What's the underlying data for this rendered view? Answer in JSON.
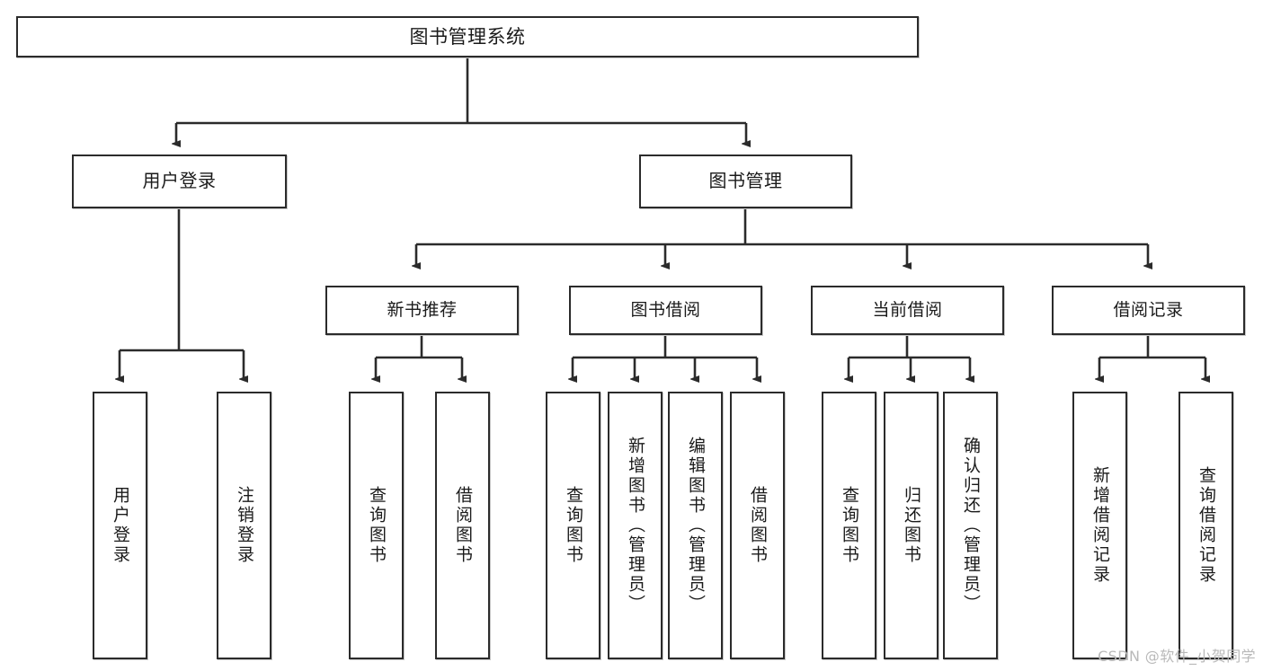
{
  "diagram": {
    "title": "图书管理系统",
    "type": "tree-hierarchy-chart",
    "root": {
      "label": "图书管理系统"
    },
    "level1": [
      {
        "label": "用户登录"
      },
      {
        "label": "图书管理"
      }
    ],
    "level2": [
      {
        "label": "新书推荐"
      },
      {
        "label": "图书借阅"
      },
      {
        "label": "当前借阅"
      },
      {
        "label": "借阅记录"
      }
    ],
    "leaves": [
      {
        "label": "用户登录"
      },
      {
        "label": "注销登录"
      },
      {
        "label": "查询图书"
      },
      {
        "label": "借阅图书"
      },
      {
        "label": "查询图书"
      },
      {
        "label": "新增图书（管理员）"
      },
      {
        "label": "编辑图书（管理员）"
      },
      {
        "label": "借阅图书"
      },
      {
        "label": "查询图书"
      },
      {
        "label": "归还图书"
      },
      {
        "label": "确认归还（管理员）"
      },
      {
        "label": "新增借阅记录"
      },
      {
        "label": "查询借阅记录"
      }
    ],
    "colors": {
      "stroke": "#2b2b2b",
      "fill": "#ffffff",
      "text": "#1a1a1a",
      "watermark": "#b9b9b9"
    }
  },
  "watermark": {
    "text": "CSDN @软件_小贺同学"
  }
}
